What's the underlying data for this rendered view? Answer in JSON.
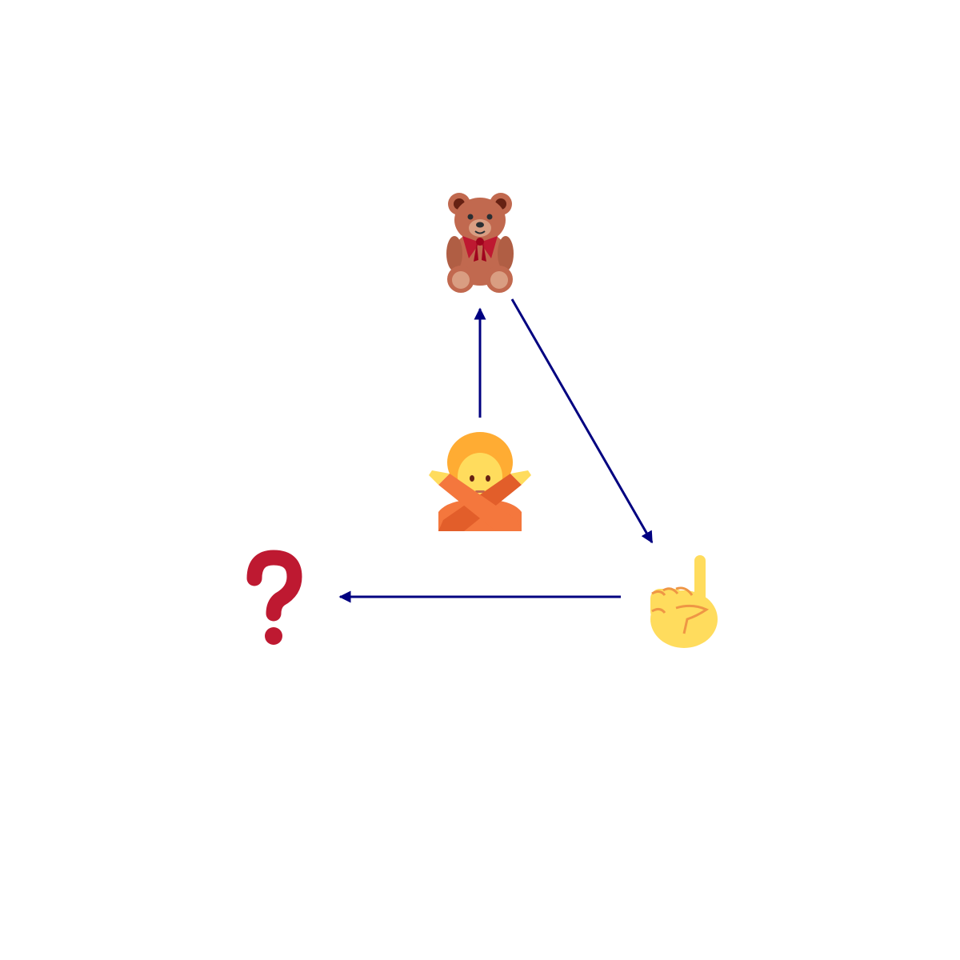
{
  "diagram": {
    "nodes": [
      {
        "id": "teddy-bear",
        "icon": "teddy-bear-icon"
      },
      {
        "id": "person-gesturing-no",
        "icon": "person-gesturing-no-icon"
      },
      {
        "id": "pointing-up",
        "icon": "index-pointing-up-icon"
      },
      {
        "id": "question-mark",
        "icon": "question-mark-icon"
      }
    ],
    "edges": [
      {
        "from": "person-gesturing-no",
        "to": "teddy-bear"
      },
      {
        "from": "teddy-bear",
        "to": "pointing-up"
      },
      {
        "from": "pointing-up",
        "to": "question-mark"
      }
    ],
    "colors": {
      "arrow": "#000080",
      "bear_fur": "#c1694f",
      "bear_muzzle": "#d99e82",
      "bear_dark": "#662113",
      "bow": "#be1931",
      "hair": "#ffac33",
      "skin": "#ffdc5d",
      "shirt": "#f4773d",
      "question": "#be1931"
    }
  }
}
